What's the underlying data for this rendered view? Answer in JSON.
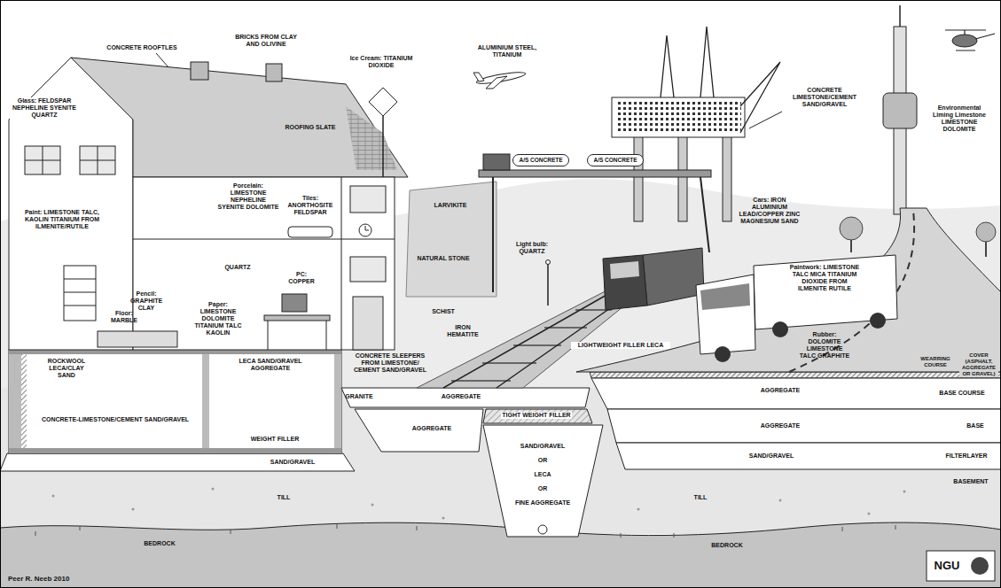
{
  "diagram": {
    "nodes": [
      {
        "text": [
          "A/S CONCRETE"
        ]
      },
      {
        "text": [
          "A/S CONCRETE"
        ]
      }
    ],
    "labels": [
      "CONCRETE ROOFTLES",
      "BRICKS FROM CLAY AND OLIVINE",
      "Ice Cream: TITANIUM DIOXIDE",
      "ALUMINIUM STEEL, TITANIUM",
      "Glass: FELDSPAR NEPHELINE SYENITE QUARTZ",
      "ROOFING SLATE",
      "CONCRETE LIMESTONE/CEMENT SAND/GRAVEL",
      "Environmental Liming Limestone LIMESTONE DOLOMITE",
      "Porcelain: LIMESTONE NEPHELINE SYENITE DOLOMITE",
      "Tiles: ANORTHOSITE FELDSPAR",
      "LARVIKITE",
      "Paint: LIMESTONE TALC, KAOLIN TITANIUM FROM ILMENITE/RUTILE",
      "Light bulb: QUARTZ",
      "Cars: IRON ALUMINIUM LEAD/COPPER ZINC MAGNESIUM SAND",
      "NATURAL STONE",
      "QUARTZ",
      "PC: COPPER",
      "Paintwork: LIMESTONE TALC MICA TITANIUM DIOXIDE FROM ILMENITE RUTILE",
      "Pencil: GRAPHITE CLAY",
      "Floor: MARBLE",
      "SCHIST",
      "IRON HEMATITE",
      "Paper: LIMESTONE DOLOMITE TITANIUM TALC KAOLIN",
      "Rubber: DOLOMITE LIMESTONE TALC GRAPHITE",
      "LIGHTWEIGHT FILLER LECA",
      "WEARRING COURSE",
      "COVER (ASPHALT, AGGREGATE OR GRAVEL)",
      "ROCKWOOL LECA/CLAY SAND",
      "LECA SAND/GRAVEL AGGREGATE",
      "CONCRETE SLEEPERS FROM LIMESTONE/ CEMENT SAND/GRAVEL",
      "GRANITE",
      "AGGREGATE",
      "AGGREGATE",
      "TIGHT WEIGHT FILLER",
      "BASE COURSE",
      "CONCRETE-LIMESTONE/CEMENT SAND/GRAVEL",
      "AGGREGATE",
      "AGGREGATE",
      "BASE",
      "WEIGHT FILLER",
      "SAND/GRAVEL",
      "FILTERLAYER",
      "SAND/GRAVEL",
      "SAND/GRAVEL",
      "OR",
      "LECA",
      "OR",
      "FINE AGGREGATE",
      "BASEMENT",
      "TILL",
      "TILL",
      "BEDROCK",
      "BEDROCK",
      "Peer R. Neeb 2010",
      "NGU"
    ]
  }
}
